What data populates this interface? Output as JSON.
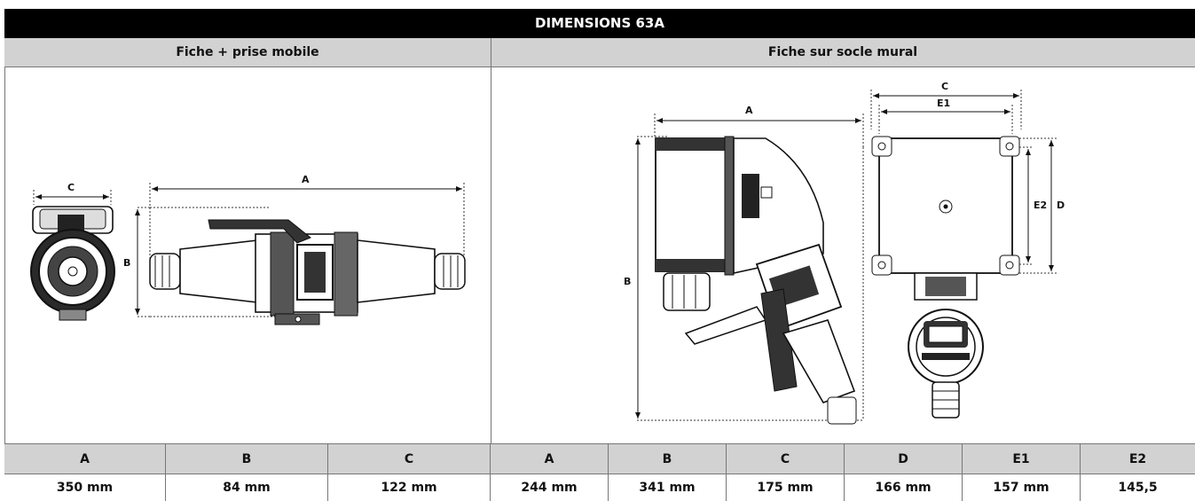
{
  "title": "DIMENSIONS 63A",
  "left_section": {
    "heading": "Fiche + prise mobile",
    "dims": {
      "a": "A",
      "b": "B",
      "c": "C"
    },
    "table": {
      "headers": [
        "A",
        "B",
        "C"
      ],
      "values": [
        "350 mm",
        "84 mm",
        "122 mm"
      ]
    }
  },
  "right_section": {
    "heading": "Fiche sur socle mural",
    "dims": {
      "a": "A",
      "b": "B",
      "c": "C",
      "d": "D",
      "e1": "E1",
      "e2": "E2"
    },
    "table": {
      "headers": [
        "A",
        "B",
        "C",
        "D",
        "E1",
        "E2"
      ],
      "values": [
        "244 mm",
        "341 mm",
        "175 mm",
        "166 mm",
        "157 mm",
        "145,5"
      ]
    }
  }
}
